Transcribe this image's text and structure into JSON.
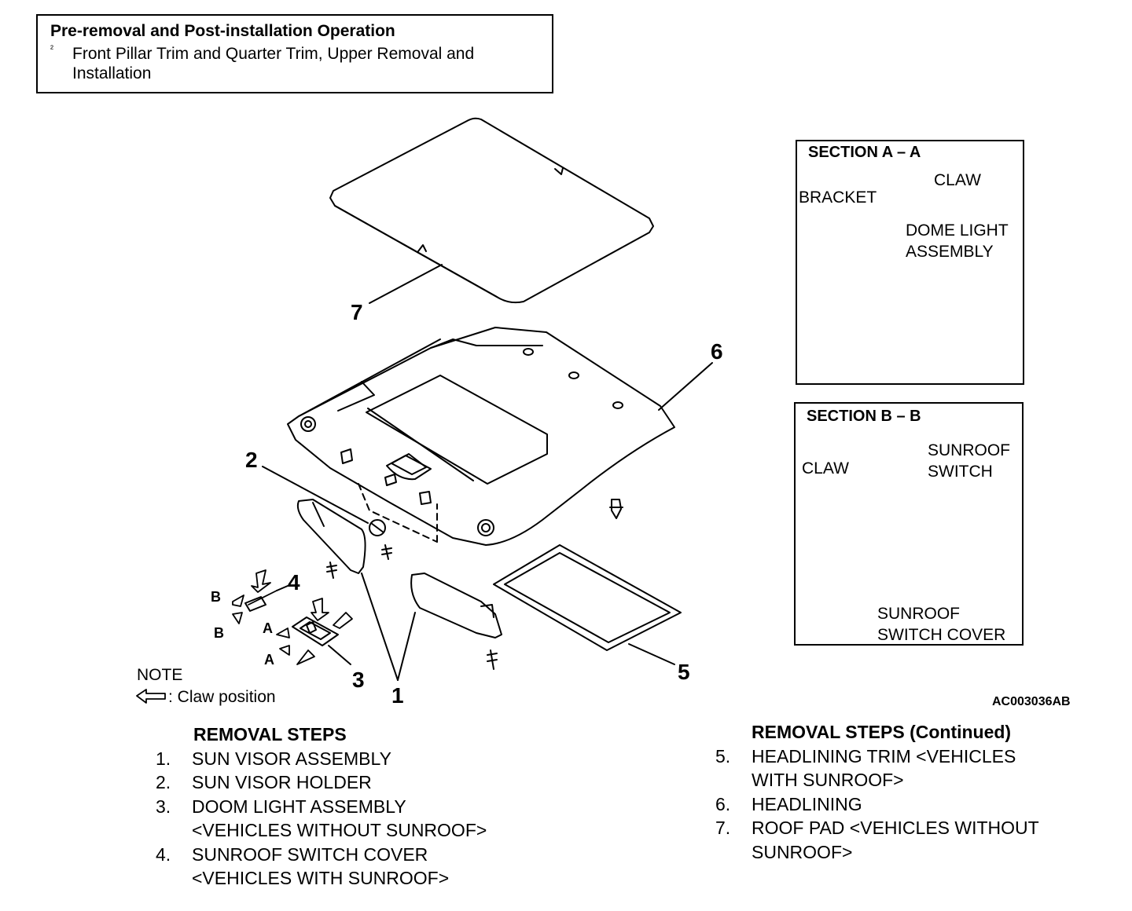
{
  "preop": {
    "title": "Pre-removal and Post-installation Operation",
    "marker": "²",
    "item": "Front Pillar Trim and Quarter Trim, Upper Removal and Installation"
  },
  "section_a": {
    "title": "SECTION A – A",
    "claw": "CLAW",
    "bracket": "BRACKET",
    "dome_light_1": "DOME LIGHT",
    "dome_light_2": "ASSEMBLY"
  },
  "section_b": {
    "title": "SECTION B – B",
    "claw": "CLAW",
    "switch_1": "SUNROOF",
    "switch_2": "SWITCH",
    "cover_1": "SUNROOF",
    "cover_2": "SWITCH COVER"
  },
  "callouts": [
    "1",
    "2",
    "3",
    "4",
    "5",
    "6",
    "7"
  ],
  "view_letters": {
    "a": "A",
    "b": "B"
  },
  "note": {
    "title": "NOTE",
    "legend": ": Claw position"
  },
  "figure_code": "AC003036AB",
  "removal_steps": {
    "title": "REMOVAL STEPS",
    "steps": [
      {
        "num": "1.",
        "lines": [
          "SUN VISOR ASSEMBLY"
        ]
      },
      {
        "num": "2.",
        "lines": [
          "SUN VISOR HOLDER"
        ]
      },
      {
        "num": "3.",
        "lines": [
          "DOOM LIGHT ASSEMBLY",
          "<VEHICLES WITHOUT SUNROOF>"
        ]
      },
      {
        "num": "4.",
        "lines": [
          "SUNROOF SWITCH COVER",
          "<VEHICLES WITH SUNROOF>"
        ]
      }
    ]
  },
  "removal_steps_continued": {
    "title": "REMOVAL STEPS (Continued)",
    "steps": [
      {
        "num": "5.",
        "lines": [
          "HEADLINING TRIM <VEHICLES",
          "WITH SUNROOF>"
        ]
      },
      {
        "num": "6.",
        "lines": [
          "HEADLINING"
        ]
      },
      {
        "num": "7.",
        "lines": [
          "ROOF PAD <VEHICLES WITHOUT",
          "SUNROOF>"
        ]
      }
    ]
  }
}
